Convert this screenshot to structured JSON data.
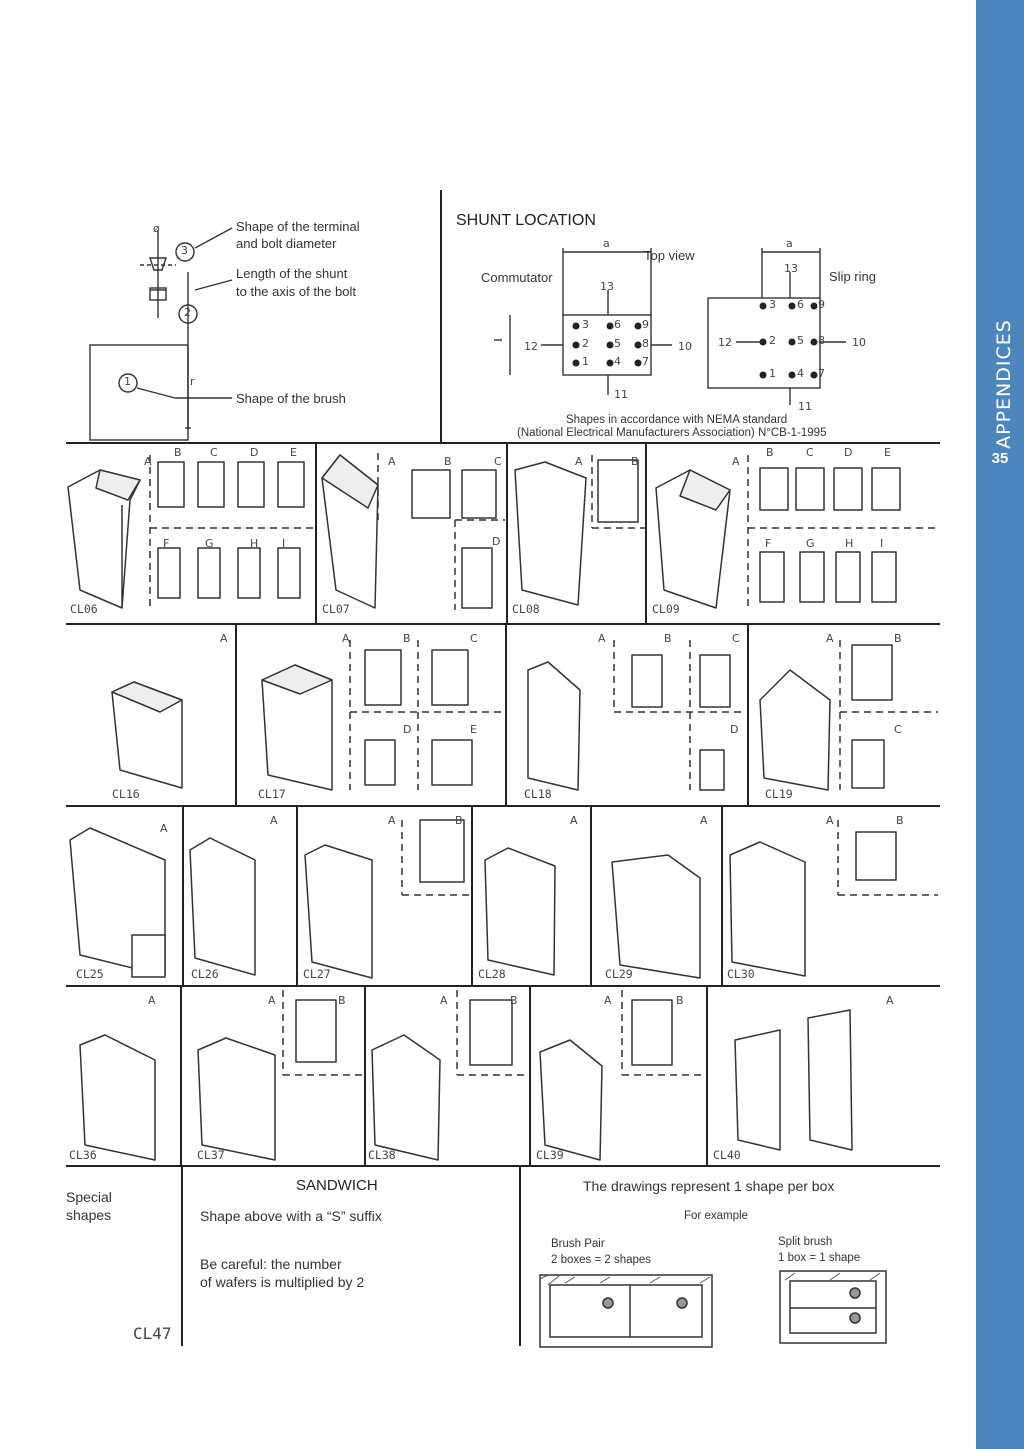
{
  "sidebar": {
    "section": "APPENDICES",
    "page_number": "35"
  },
  "legend": {
    "terminal_label": "Shape of the terminal",
    "terminal_label2": "and bolt diameter",
    "shunt_length_label": "Length of the shunt",
    "shunt_length_label2": "to the axis of the bolt",
    "brush_shape_label": "Shape of the brush",
    "callouts": [
      "1",
      "2",
      "3"
    ],
    "diameter_symbol": "ø",
    "r_symbol": "r"
  },
  "shunt_location": {
    "title": "SHUNT LOCATION",
    "top_view": "Top view",
    "commutator": "Commutator",
    "slip_ring": "Slip ring",
    "a_symbol": "a",
    "positions_left": [
      "3",
      "6",
      "9",
      "2",
      "5",
      "8",
      "1",
      "4",
      "7",
      "13",
      "12",
      "10",
      "11"
    ],
    "positions_right": [
      "3",
      "6",
      "9",
      "2",
      "5",
      "8",
      "1",
      "4",
      "7",
      "13",
      "12",
      "10",
      "11"
    ],
    "nema_note1": "Shapes in accordance with NEMA standard",
    "nema_note2": "(National Electrical Manufacturers Association) N°CB-1-1995"
  },
  "shape_codes": {
    "row1": [
      "CL06",
      "CL07",
      "CL08",
      "CL09"
    ],
    "row2": [
      "CL16",
      "CL17",
      "CL18",
      "CL19"
    ],
    "row3": [
      "CL25",
      "CL26",
      "CL27",
      "CL28",
      "CL29",
      "CL30"
    ],
    "row4": [
      "CL36",
      "CL37",
      "CL38",
      "CL39",
      "CL40"
    ]
  },
  "variant_letters": {
    "cl06": [
      "A",
      "B",
      "C",
      "D",
      "E",
      "F",
      "G",
      "H",
      "I"
    ],
    "cl07": [
      "A",
      "B",
      "C",
      "D"
    ],
    "cl08": [
      "A",
      "B"
    ],
    "cl09": [
      "A",
      "B",
      "C",
      "D",
      "E",
      "F",
      "G",
      "H",
      "I"
    ],
    "cl16": [
      "A"
    ],
    "cl17": [
      "A",
      "B",
      "C",
      "D",
      "E"
    ],
    "cl18": [
      "A",
      "B",
      "C",
      "D"
    ],
    "cl19": [
      "A",
      "B",
      "C"
    ],
    "cl25": [
      "A"
    ],
    "cl26": [
      "A"
    ],
    "cl27": [
      "A",
      "B"
    ],
    "cl28": [
      "A"
    ],
    "cl29": [
      "A"
    ],
    "cl30": [
      "A",
      "B"
    ],
    "cl36": [
      "A"
    ],
    "cl37": [
      "A",
      "B"
    ],
    "cl38": [
      "A",
      "B"
    ],
    "cl39": [
      "A",
      "B"
    ],
    "cl40": [
      "A"
    ]
  },
  "special": {
    "label_line1": "Special",
    "label_line2": "shapes",
    "code": "CL47",
    "sandwich_title": "SANDWICH",
    "sandwich_desc": "Shape above with a “S” suffix",
    "warning_line1": "Be careful: the number",
    "warning_line2": "of wafers is multiplied by 2",
    "drawings_note": "The drawings represent 1 shape per box",
    "for_example": "For example",
    "brush_pair_title": "Brush Pair",
    "brush_pair_desc": "2 boxes = 2 shapes",
    "split_brush_title": "Split brush",
    "split_brush_desc": "1 box = 1 shape"
  }
}
